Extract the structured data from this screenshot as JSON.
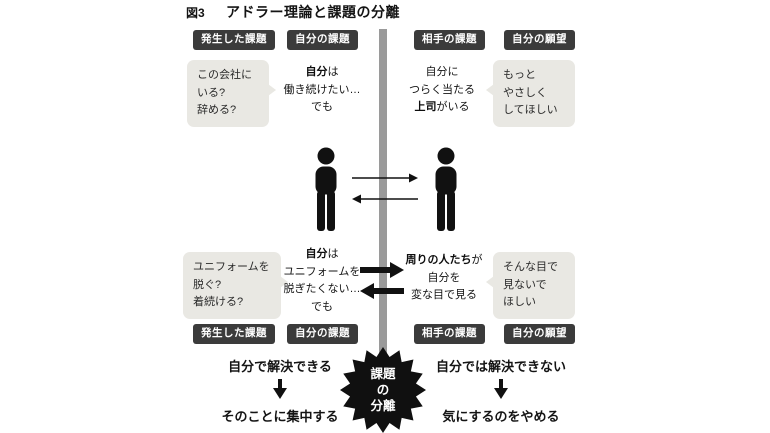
{
  "header": {
    "figure_label": "図3",
    "title": "アドラー理論と課題の分離"
  },
  "badges": {
    "occurred": "発生した課題",
    "my_task": "自分の課題",
    "other_task": "相手の課題",
    "my_wish": "自分の願望"
  },
  "row1": {
    "bubble": {
      "line1": "この会社に",
      "line2": "いる?",
      "line3": "辞める?"
    },
    "my": {
      "line1_bold": "自分",
      "line1_rest": "は",
      "line2": "働き続けたい…",
      "line3": "でも"
    },
    "other": {
      "line1": "自分に",
      "line2": "つらく当たる",
      "line3_bold": "上司",
      "line3_rest": "がいる"
    },
    "wish": {
      "line1": "もっと",
      "line2": "やさしく",
      "line3": "してほしい"
    }
  },
  "row2": {
    "bubble": {
      "line1": "ユニフォームを",
      "line2": "脱ぐ?",
      "line3": "着続ける?"
    },
    "my": {
      "line1_bold": "自分",
      "line1_rest": "は",
      "line2": "ユニフォームを",
      "line3": "脱ぎたくない…",
      "line4": "でも"
    },
    "other": {
      "line1_bold": "周りの人たち",
      "line1_rest": "が",
      "line2": "自分を",
      "line3": "変な目で見る"
    },
    "wish": {
      "line1": "そんな目で",
      "line2": "見ないで",
      "line3": "ほしい"
    }
  },
  "bottom": {
    "left": {
      "top": "自分で解決できる",
      "bottom": "そのことに集中する"
    },
    "star": {
      "line1": "課題",
      "line2": "の",
      "line3": "分離"
    },
    "right": {
      "top": "自分では解決できない",
      "bottom": "気にするのをやめる"
    }
  },
  "colors": {
    "badge_bg": "#3b3b3b",
    "bubble_bg": "#e9e8e3",
    "divider": "#9a9a9a"
  }
}
